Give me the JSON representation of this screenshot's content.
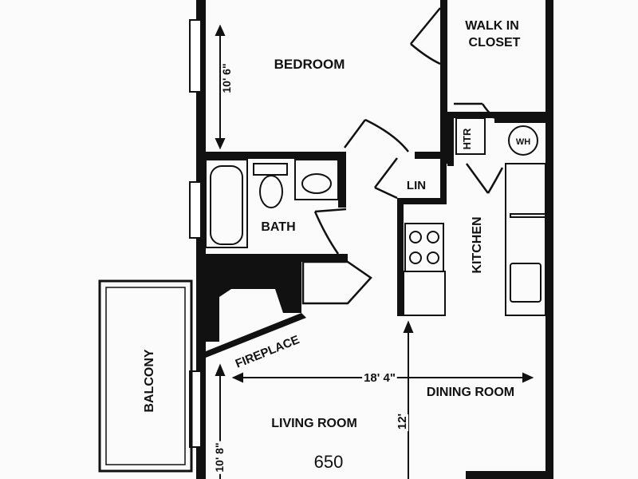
{
  "rooms": {
    "bedroom": "BEDROOM",
    "walk_in_closet_line1": "WALK IN",
    "walk_in_closet_line2": "CLOSET",
    "bath": "BATH",
    "linen": "LIN",
    "kitchen": "KITCHEN",
    "balcony": "BALCONY",
    "fireplace": "FIREPLACE",
    "dining_room": "DINING ROOM",
    "living_room": "LIVING ROOM"
  },
  "fixtures": {
    "water_heater": "WH",
    "heater": "HTR"
  },
  "dimensions": {
    "bedroom_depth": "10' 6\"",
    "living_width": "18' 4\"",
    "living_depth": "12'",
    "living_left": "10' 8\""
  },
  "square_footage": "650",
  "colors": {
    "wall": "#111111",
    "paper": "#fbfbfb"
  }
}
